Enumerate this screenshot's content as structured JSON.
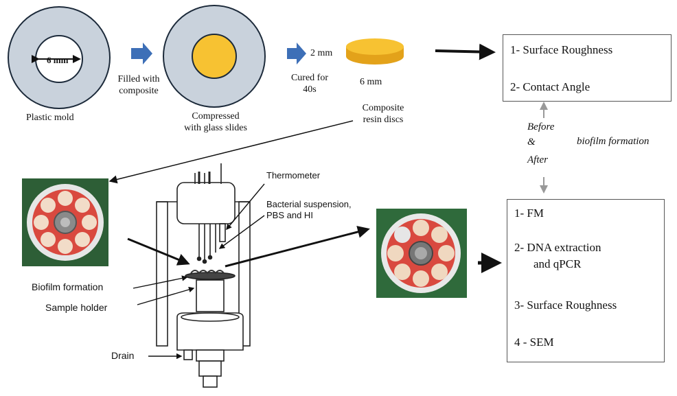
{
  "top_row": {
    "mold_diameter": "6 mm",
    "mold_caption": "Plastic mold",
    "fill_step": [
      "Filled with",
      "composite"
    ],
    "compress_caption": [
      "Compressed",
      "with glass slides"
    ],
    "cure_step": [
      "Cured for",
      "40s"
    ],
    "disc_thickness": "2 mm",
    "disc_diameter": "6 mm",
    "disc_caption": [
      "Composite",
      "resin discs"
    ]
  },
  "reactor": {
    "thermometer": "Thermometer",
    "suspension": [
      "Bacterial suspension,",
      "PBS and HI"
    ],
    "biofilm_formation": "Biofilm formation",
    "sample_holder": "Sample holder",
    "drain": "Drain"
  },
  "middle": {
    "before": "Before",
    "amp": "&",
    "after": "After",
    "biofilm": "biofilm formation"
  },
  "analysis_top": {
    "items": [
      "1- Surface Roughness",
      "2- Contact Angle"
    ]
  },
  "analysis_bottom": {
    "items": [
      "1- FM",
      "2- DNA extraction",
      "and qPCR",
      "3- Surface Roughness",
      "4 - SEM"
    ]
  },
  "colors": {
    "mold_gray": "#c9d2dc",
    "composite_yellow": "#f7c232",
    "disc_gold": "#f2b81c",
    "holder_red": "#d9493f",
    "arrow_blue": "#3d6fb7"
  }
}
